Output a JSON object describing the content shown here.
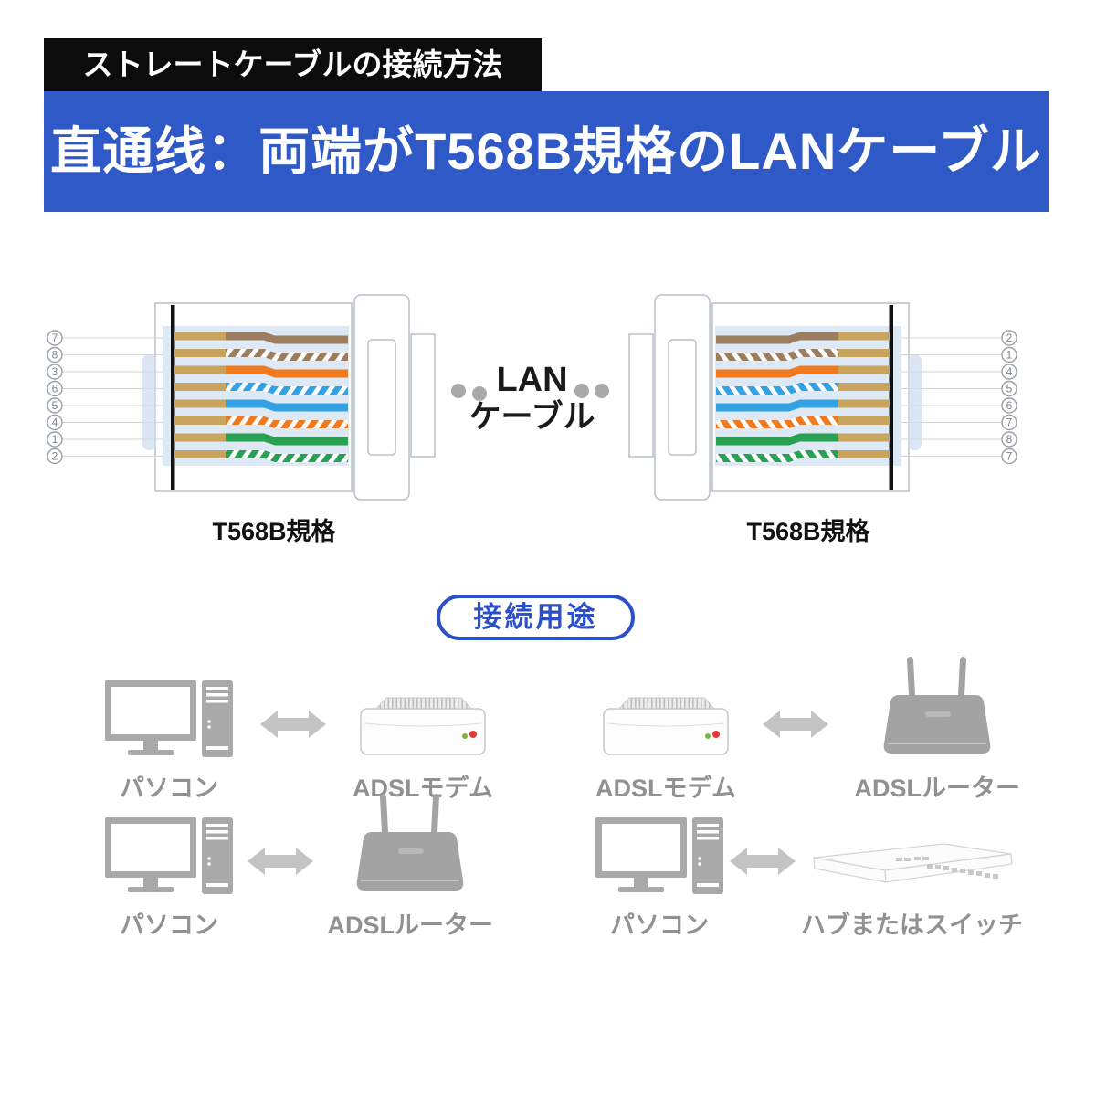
{
  "header": {
    "tag_label": "ストレートケーブルの接続方法"
  },
  "banner": {
    "title": "直通线：両端がT568B規格のLANケーブル"
  },
  "diagram": {
    "left_connector": {
      "label": "T568B規格",
      "pins": [
        "7",
        "8",
        "3",
        "6",
        "5",
        "4",
        "1",
        "2"
      ]
    },
    "right_connector": {
      "label": "T568B規格",
      "pins": [
        "2",
        "1",
        "4",
        "5",
        "6",
        "7",
        "8",
        "7"
      ]
    },
    "cable_label_line1": "LAN",
    "cable_label_line2": "ケーブル",
    "wires": [
      {
        "name": "brown",
        "style": "solid"
      },
      {
        "name": "brown-white",
        "style": "striped"
      },
      {
        "name": "orange",
        "style": "solid"
      },
      {
        "name": "blue-white",
        "style": "striped"
      },
      {
        "name": "blue",
        "style": "solid"
      },
      {
        "name": "orange-white",
        "style": "striped"
      },
      {
        "name": "green",
        "style": "solid"
      },
      {
        "name": "green-white",
        "style": "striped"
      }
    ],
    "colors": {
      "brown": "#9b7d60",
      "orange": "#f17a1e",
      "blue": "#32a2e5",
      "green": "#2aa053",
      "jacket": "#c9a45c"
    }
  },
  "section": {
    "pill_label": "接続用途"
  },
  "icons": {
    "arrow": "double-headed-arrow"
  },
  "connections": [
    {
      "left": {
        "device": "pc",
        "label": "パソコン"
      },
      "right": {
        "device": "adsl-modem",
        "label": "ADSLモデム"
      }
    },
    {
      "left": {
        "device": "adsl-modem",
        "label": "ADSLモデム"
      },
      "right": {
        "device": "adsl-router",
        "label": "ADSLルーター"
      }
    },
    {
      "left": {
        "device": "pc",
        "label": "パソコン"
      },
      "right": {
        "device": "adsl-router",
        "label": "ADSLルーター"
      }
    },
    {
      "left": {
        "device": "pc",
        "label": "パソコン"
      },
      "right": {
        "device": "hub-switch",
        "label": "ハブまたはスイッチ"
      }
    }
  ],
  "theme": {
    "tag_bg": "#0c0c0c",
    "banner_bg": "#3059c8",
    "pill_blue": "#2b50c8",
    "label_gray": "#919191",
    "led_green": "#7cb342",
    "led_red": "#e53935",
    "connector_outline": "#b9c0c7",
    "connector_fill": "#dde9f4"
  }
}
